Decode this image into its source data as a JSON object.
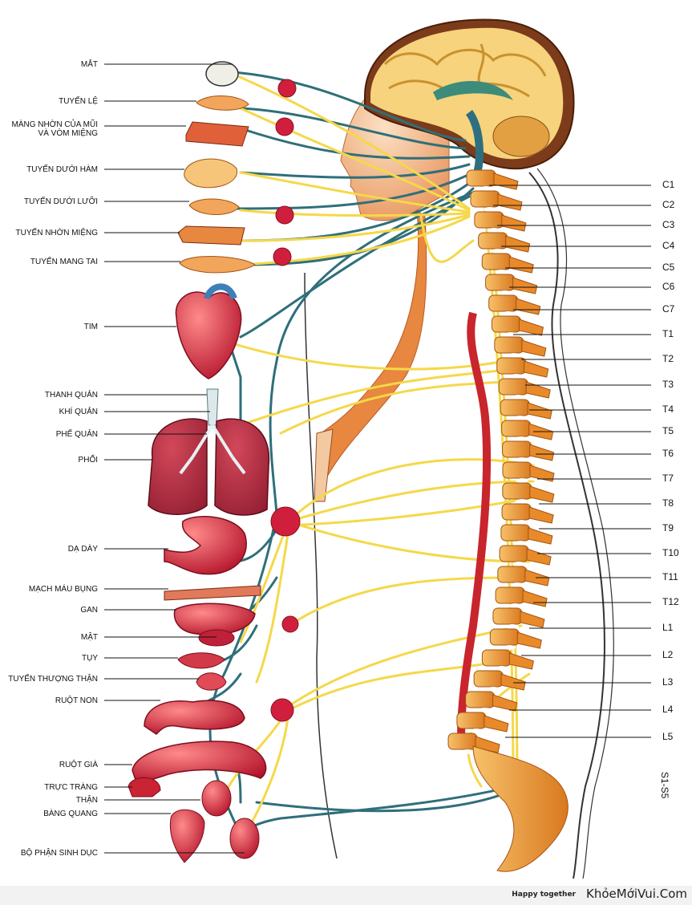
{
  "left_labels": [
    {
      "id": "mat-eye",
      "lines": [
        "MẮT"
      ]
    },
    {
      "id": "tuyen-le",
      "lines": [
        "TUYẾN LỆ"
      ]
    },
    {
      "id": "mang-nhon",
      "lines": [
        "MÀNG NHỜN CỦA MŨI",
        "VÀ VÒM MIỆNG"
      ]
    },
    {
      "id": "tuyen-duoi-ham",
      "lines": [
        "TUYẾN DƯỚI HÀM"
      ]
    },
    {
      "id": "tuyen-duoi-luoi",
      "lines": [
        "TUYẾN DƯỚI LƯỠI"
      ]
    },
    {
      "id": "tuyen-nhon-mieng",
      "lines": [
        "TUYẾN NHỜN MIỆNG"
      ]
    },
    {
      "id": "tuyen-mang-tai",
      "lines": [
        "TUYẾN MANG TAI"
      ]
    },
    {
      "id": "tim",
      "lines": [
        "TIM"
      ]
    },
    {
      "id": "thanh-quan",
      "lines": [
        "THANH QUẢN"
      ]
    },
    {
      "id": "khi-quan",
      "lines": [
        "KHÍ QUẢN"
      ]
    },
    {
      "id": "phe-quan",
      "lines": [
        "PHẾ QUẢN"
      ]
    },
    {
      "id": "phoi",
      "lines": [
        "PHỔI"
      ]
    },
    {
      "id": "da-day",
      "lines": [
        "DẠ DÀY"
      ]
    },
    {
      "id": "mach-mau-bung",
      "lines": [
        "MẠCH MÁU BỤNG"
      ]
    },
    {
      "id": "gan",
      "lines": [
        "GAN"
      ]
    },
    {
      "id": "mat-gall",
      "lines": [
        "MẬT"
      ]
    },
    {
      "id": "tuy",
      "lines": [
        "TỤY"
      ]
    },
    {
      "id": "tuyen-thuong-than",
      "lines": [
        "TUYẾN THƯỢNG THẬN"
      ]
    },
    {
      "id": "ruot-non",
      "lines": [
        "RUỘT NON"
      ]
    },
    {
      "id": "ruot-gia",
      "lines": [
        "RUỘT GIÀ"
      ]
    },
    {
      "id": "truc-trang",
      "lines": [
        "TRỰC TRÀNG"
      ]
    },
    {
      "id": "than",
      "lines": [
        "THẬN"
      ]
    },
    {
      "id": "bang-quang",
      "lines": [
        "BÀNG QUANG"
      ]
    },
    {
      "id": "bo-phan-sinh-duc",
      "lines": [
        "BỘ PHẬN SINH DỤC"
      ]
    }
  ],
  "spine_labels": [
    "C1",
    "C2",
    "C3",
    "C4",
    "C5",
    "C6",
    "C7",
    "T1",
    "T2",
    "T3",
    "T4",
    "T5",
    "T6",
    "T7",
    "T8",
    "T9",
    "T10",
    "T11",
    "T12",
    "L1",
    "L2",
    "L3",
    "L4",
    "L5"
  ],
  "sacral_label": "S1-S5",
  "footer": {
    "tagline": "Happy together",
    "brand": "KhỏeMớiVui.Com"
  },
  "colors": {
    "nerve_yellow": "#f5d84a",
    "nerve_teal": "#2f6f7a",
    "organ_red": "#d7263d",
    "vertebra_orange": "#f0a13a",
    "skin": "#f3b98a",
    "brain": "#f6d37c"
  }
}
